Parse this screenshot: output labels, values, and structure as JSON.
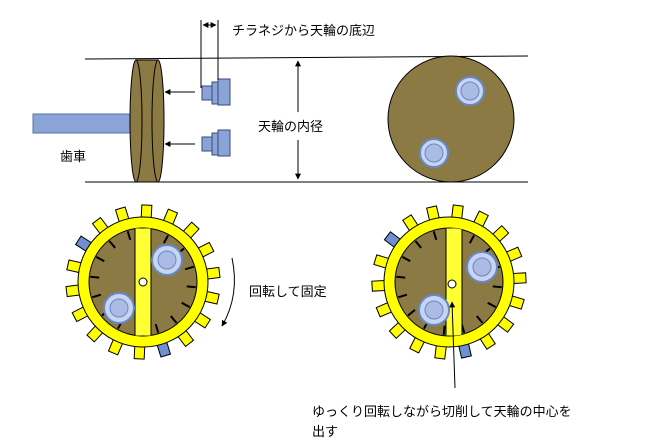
{
  "labels": {
    "screw_to_base": "チラネジから天輪の底辺",
    "inner_diameter": "天輪の内径",
    "gear": "歯車",
    "rotate_fix": "回転して固定",
    "cutting_line1": "ゆっくり回転しながら切削して天輪の中心を",
    "cutting_line2": "出す"
  },
  "colors": {
    "disk_fill": "#8c7a45",
    "disk_stroke": "#000000",
    "ring_yellow": "#ffff00",
    "bar_yellow": "#ffff33",
    "screw_blue": "#8aa4d8",
    "bolt_fill": "#c8d4f0",
    "bolt_ring": "#6688c8",
    "tooth_blue": "#6f8fd0"
  }
}
